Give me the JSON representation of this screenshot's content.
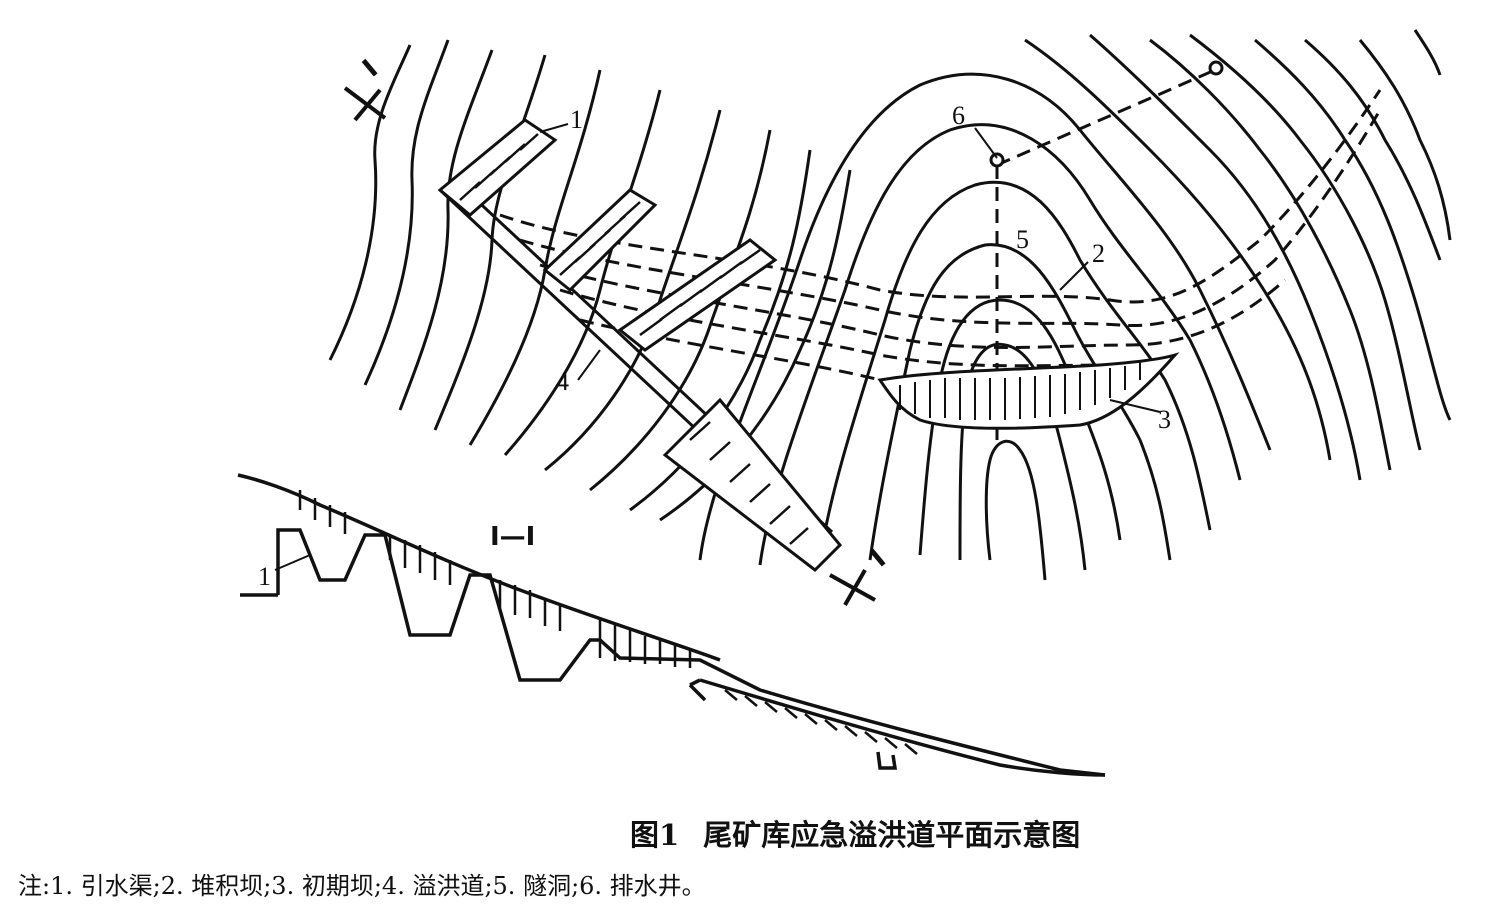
{
  "figure": {
    "labels": {
      "l1": "1",
      "l2": "2",
      "l3": "3",
      "l4": "4",
      "l5": "5",
      "l6": "6",
      "section_top": "I",
      "section_bottom": "I",
      "section_title": "I—I",
      "section_l1": "1"
    },
    "caption": {
      "number": "图1",
      "title": "尾矿库应急溢洪道平面示意图"
    },
    "note": "注:1. 引水渠;2. 堆积坝;3. 初期坝;4. 溢洪道;5. 隧洞;6. 排水井。"
  }
}
